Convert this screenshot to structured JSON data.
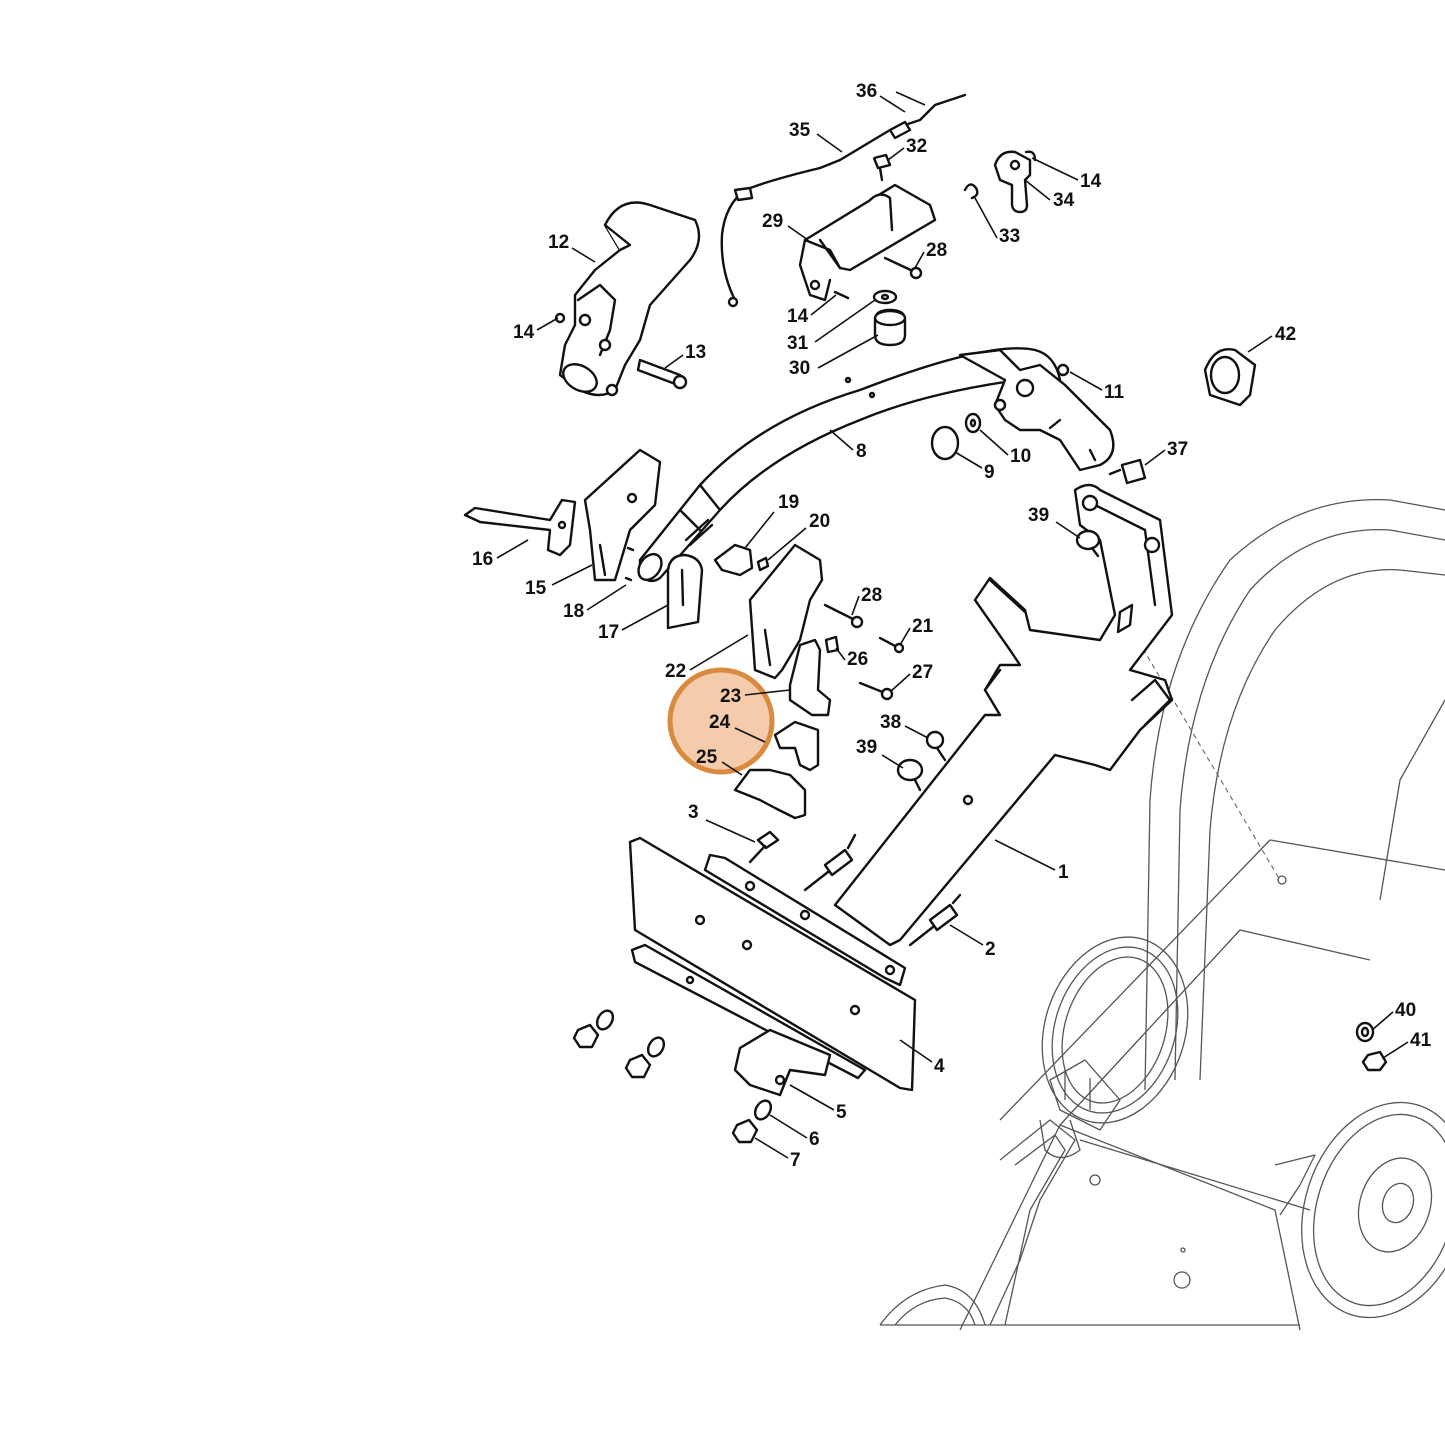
{
  "highlight": {
    "color": "#d98a3e",
    "fill": "#f0b98a",
    "target_labels": [
      "23",
      "24",
      "25"
    ]
  },
  "parts": [
    {
      "id": "p1",
      "label": "1"
    },
    {
      "id": "p2",
      "label": "2"
    },
    {
      "id": "p3",
      "label": "3"
    },
    {
      "id": "p4",
      "label": "4"
    },
    {
      "id": "p5",
      "label": "5"
    },
    {
      "id": "p6",
      "label": "6"
    },
    {
      "id": "p7",
      "label": "7"
    },
    {
      "id": "p8",
      "label": "8"
    },
    {
      "id": "p9",
      "label": "9"
    },
    {
      "id": "p10",
      "label": "10"
    },
    {
      "id": "p11",
      "label": "11"
    },
    {
      "id": "p12",
      "label": "12"
    },
    {
      "id": "p13",
      "label": "13"
    },
    {
      "id": "p14a",
      "label": "14"
    },
    {
      "id": "p14b",
      "label": "14"
    },
    {
      "id": "p14c",
      "label": "14"
    },
    {
      "id": "p15",
      "label": "15"
    },
    {
      "id": "p16",
      "label": "16"
    },
    {
      "id": "p17",
      "label": "17"
    },
    {
      "id": "p18",
      "label": "18"
    },
    {
      "id": "p19",
      "label": "19"
    },
    {
      "id": "p20",
      "label": "20"
    },
    {
      "id": "p21",
      "label": "21"
    },
    {
      "id": "p22",
      "label": "22"
    },
    {
      "id": "p23",
      "label": "23"
    },
    {
      "id": "p24",
      "label": "24"
    },
    {
      "id": "p25",
      "label": "25"
    },
    {
      "id": "p26",
      "label": "26"
    },
    {
      "id": "p27",
      "label": "27"
    },
    {
      "id": "p28a",
      "label": "28"
    },
    {
      "id": "p28b",
      "label": "28"
    },
    {
      "id": "p29",
      "label": "29"
    },
    {
      "id": "p30",
      "label": "30"
    },
    {
      "id": "p31",
      "label": "31"
    },
    {
      "id": "p32",
      "label": "32"
    },
    {
      "id": "p33",
      "label": "33"
    },
    {
      "id": "p34",
      "label": "34"
    },
    {
      "id": "p35",
      "label": "35"
    },
    {
      "id": "p36",
      "label": "36"
    },
    {
      "id": "p37",
      "label": "37"
    },
    {
      "id": "p38",
      "label": "38"
    },
    {
      "id": "p39a",
      "label": "39"
    },
    {
      "id": "p39b",
      "label": "39"
    },
    {
      "id": "p40",
      "label": "40"
    },
    {
      "id": "p41",
      "label": "41"
    },
    {
      "id": "p42",
      "label": "42"
    }
  ]
}
